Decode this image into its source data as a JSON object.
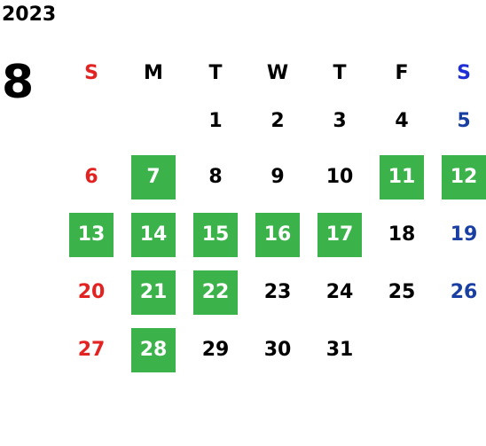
{
  "calendar": {
    "year": "2023",
    "month": "8",
    "weekdays": [
      "S",
      "M",
      "T",
      "W",
      "T",
      "F",
      "S"
    ],
    "colors": {
      "sunday": "#e32222",
      "saturday": "#1a3fa3",
      "saturday_header": "#1f2fd6",
      "weekday": "#000000",
      "highlight_bg": "#3bb34a",
      "highlight_text": "#ffffff"
    },
    "weeks": [
      [
        null,
        null,
        {
          "d": "1"
        },
        {
          "d": "2"
        },
        {
          "d": "3"
        },
        {
          "d": "4"
        },
        {
          "d": "5"
        }
      ],
      [
        {
          "d": "6"
        },
        {
          "d": "7",
          "hl": true
        },
        {
          "d": "8"
        },
        {
          "d": "9"
        },
        {
          "d": "10"
        },
        {
          "d": "11",
          "hl": true
        },
        {
          "d": "12",
          "hl": true
        }
      ],
      [
        {
          "d": "13",
          "hl": true
        },
        {
          "d": "14",
          "hl": true
        },
        {
          "d": "15",
          "hl": true
        },
        {
          "d": "16",
          "hl": true
        },
        {
          "d": "17",
          "hl": true
        },
        {
          "d": "18"
        },
        {
          "d": "19"
        }
      ],
      [
        {
          "d": "20"
        },
        {
          "d": "21",
          "hl": true
        },
        {
          "d": "22",
          "hl": true
        },
        {
          "d": "23"
        },
        {
          "d": "24"
        },
        {
          "d": "25"
        },
        {
          "d": "26"
        }
      ],
      [
        {
          "d": "27"
        },
        {
          "d": "28",
          "hl": true
        },
        {
          "d": "29"
        },
        {
          "d": "30"
        },
        {
          "d": "31"
        },
        null,
        null
      ]
    ]
  }
}
